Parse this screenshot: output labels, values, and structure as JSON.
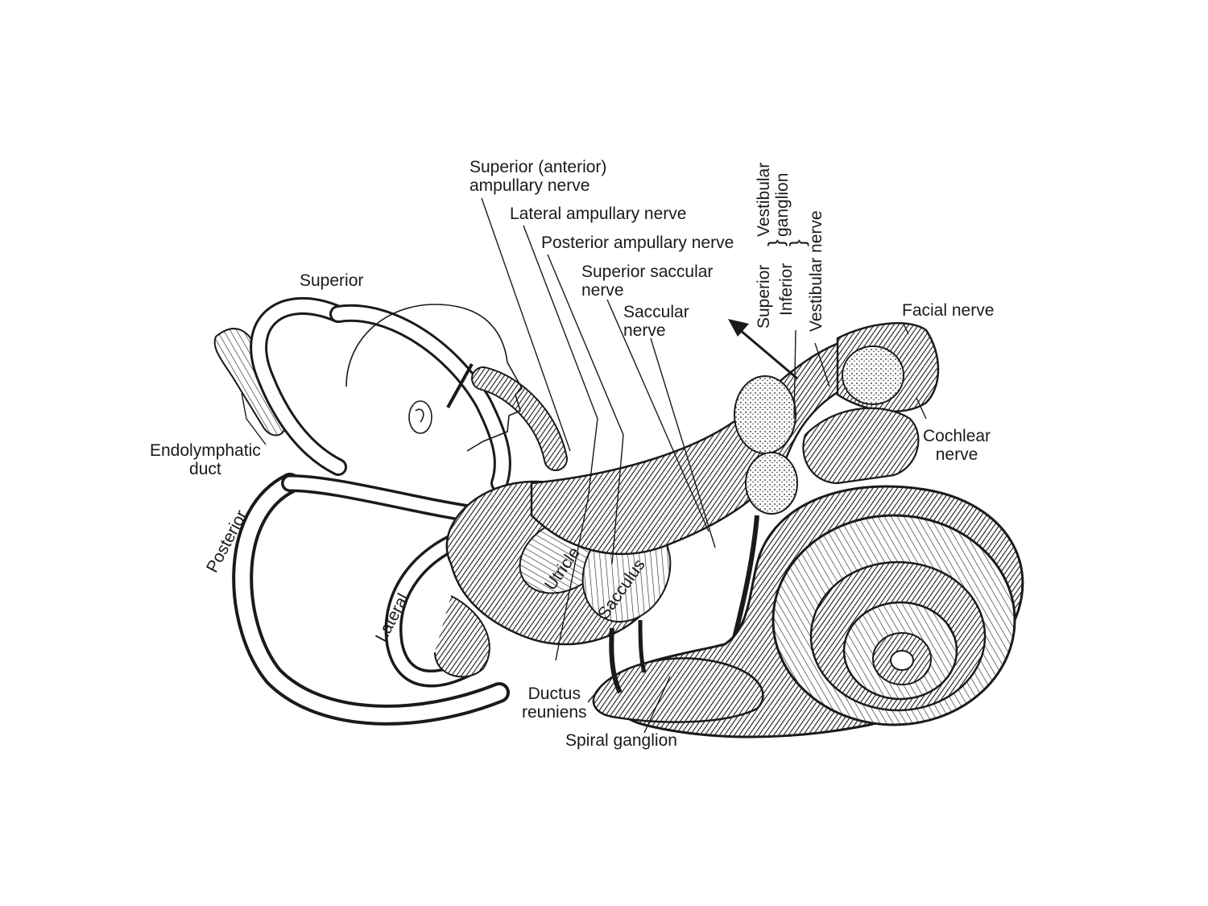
{
  "labels": {
    "superior_anterior_ampullary_nerve": [
      "Superior (anterior)",
      "ampullary nerve"
    ],
    "lateral_ampullary_nerve": "Lateral ampullary nerve",
    "posterior_ampullary_nerve": "Posterior ampullary nerve",
    "superior_saccular_nerve": [
      "Superior saccular",
      "nerve"
    ],
    "saccular_nerve": [
      "Saccular",
      "nerve"
    ],
    "vestibular_ganglion": [
      "Vestibular",
      "ganglion"
    ],
    "ganglion_superior": "Superior",
    "ganglion_inferior": "Inferior",
    "vestibular_nerve": "Vestibular nerve",
    "facial_nerve": "Facial nerve",
    "cochlear_nerve": [
      "Cochlear",
      "nerve"
    ],
    "superior_canal": "Superior",
    "endolymphatic_duct": [
      "Endolymphatic",
      "duct"
    ],
    "posterior_canal": "Posterior",
    "lateral_canal": "Lateral",
    "utricle": "Utricle",
    "sacculus": "Sacculus",
    "ductus_reuniens": [
      "Ductus",
      "reuniens"
    ],
    "spiral_ganglion": "Spiral ganglion"
  },
  "colors": {
    "ink": "#1a1a1a",
    "paper": "#ffffff"
  }
}
